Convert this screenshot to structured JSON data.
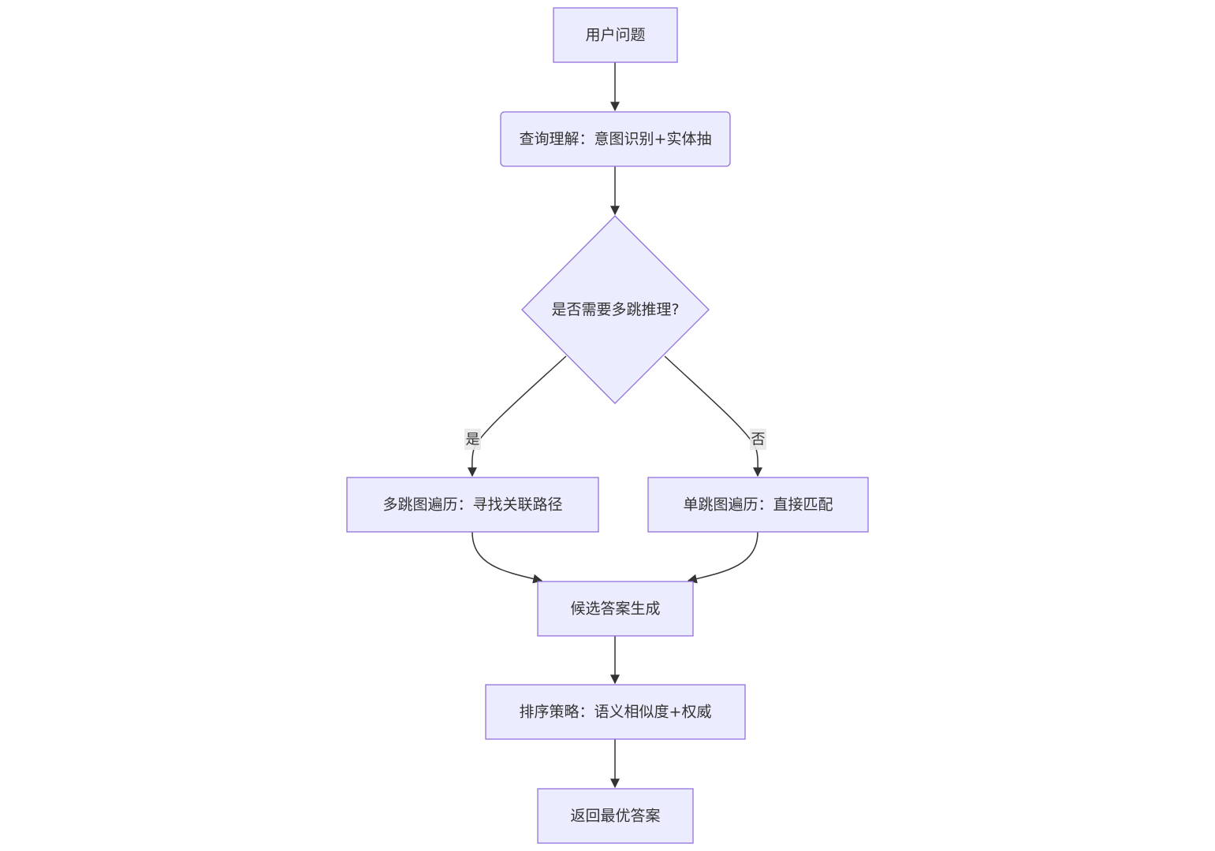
{
  "diagram": {
    "nodes": {
      "user_question": "用户问题",
      "query_understanding": "查询理解：意图识别+实体抽",
      "multi_hop_decision": "是否需要多跳推理?",
      "multi_hop_traversal": "多跳图遍历：寻找关联路径",
      "single_hop_traversal": "单跳图遍历：直接匹配",
      "candidate_generation": "候选答案生成",
      "ranking_strategy": "排序策略：语义相似度+权威",
      "return_best_answer": "返回最优答案"
    },
    "edge_labels": {
      "yes": "是",
      "no": "否"
    },
    "colors": {
      "node_fill": "#ECECFF",
      "node_stroke": "#9370DB",
      "edge": "#333333",
      "text": "#333333",
      "edge_label_bg": "#e8e8e8"
    }
  }
}
